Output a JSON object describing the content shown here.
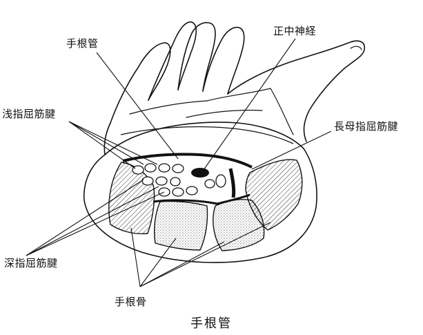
{
  "labels": {
    "carpal_tunnel": "手根管",
    "median_nerve": "正中神経",
    "superficial_flexor": "浅指屈筋腱",
    "flexor_pollicis_longus": "長母指屈筋腱",
    "deep_flexor": "深指屈筋腱",
    "carpal_bones": "手根骨"
  },
  "caption": "手根管",
  "colors": {
    "ink": "#111111",
    "paper": "#ffffff"
  }
}
